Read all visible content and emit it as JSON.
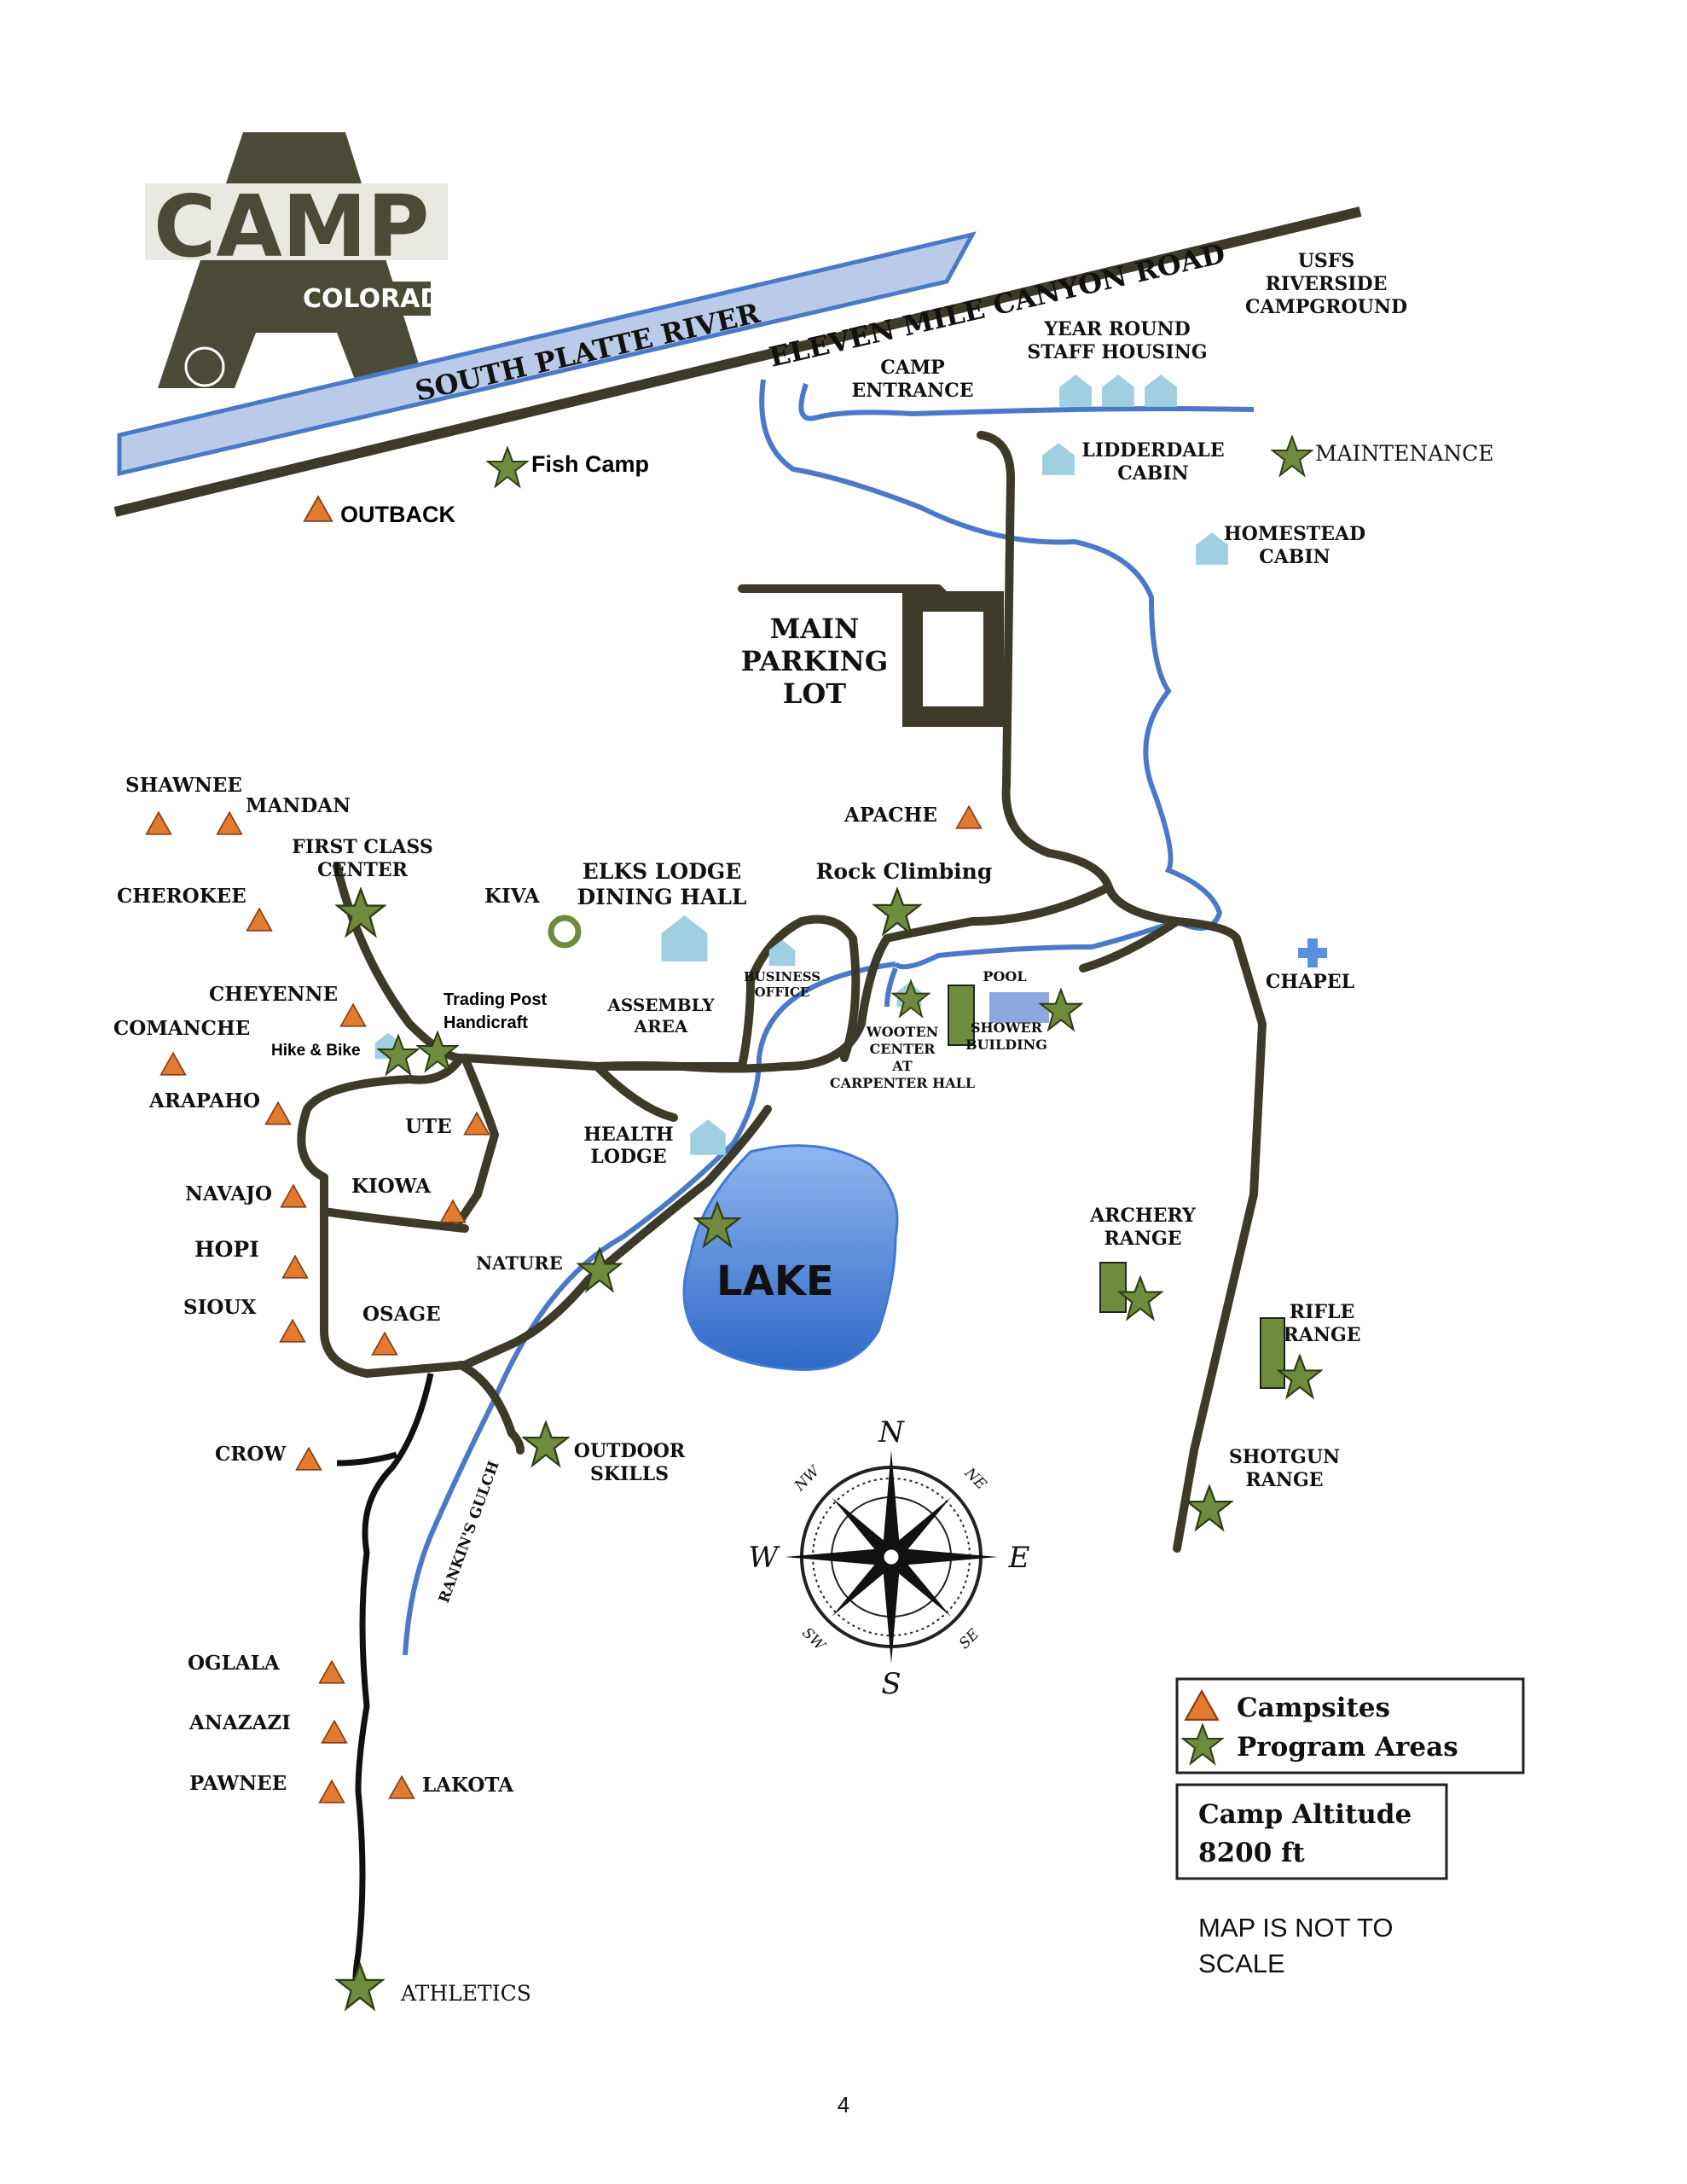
{
  "logo": {
    "word": "CAMP",
    "sub": "COLORADO",
    "letter": "A"
  },
  "roads": {
    "river": "SOUTH PLATTE RIVER",
    "canyon_road": "ELEVEN MILE CANYON ROAD",
    "gulch": "RANKIN'S GULCH"
  },
  "labels": {
    "usfs_1": "USFS",
    "usfs_2": "RIVERSIDE",
    "usfs_3": "CAMPGROUND",
    "yr_1": "YEAR ROUND",
    "yr_2": "STAFF HOUSING",
    "entr_1": "CAMP",
    "entr_2": "ENTRANCE",
    "lidd_1": "LIDDERDALE",
    "lidd_2": "CABIN",
    "maintenance": "MAINTENANCE",
    "home_1": "HOMESTEAD",
    "home_2": "CABIN",
    "fish_camp": "Fish Camp",
    "outback": "OUTBACK",
    "park_1": "MAIN",
    "park_2": "PARKING",
    "park_3": "LOT",
    "shawnee": "SHAWNEE",
    "mandan": "MANDAN",
    "fcc_1": "FIRST CLASS",
    "fcc_2": "CENTER",
    "cherokee": "CHEROKEE",
    "kiva": "KIVA",
    "elks_1": "ELKS LODGE",
    "elks_2": "DINING HALL",
    "apache": "APACHE",
    "rock": "Rock Climbing",
    "chapel": "CHAPEL",
    "cheyenne": "CHEYENNE",
    "comanche": "COMANCHE",
    "tp_1": "Trading Post",
    "tp_2": "Handicraft",
    "hike": "Hike & Bike",
    "asm_1": "ASSEMBLY",
    "asm_2": "AREA",
    "bo_1": "BUSINESS",
    "bo_2": "OFFICE",
    "pool": "POOL",
    "sh_1": "SHOWER",
    "sh_2": "BUILDING",
    "wc_1": "WOOTEN",
    "wc_2": "CENTER",
    "wc_3": "AT",
    "wc_4": "CARPENTER HALL",
    "arapaho": "ARAPAHO",
    "ute": "UTE",
    "hl_1": "HEALTH",
    "hl_2": "LODGE",
    "navajo": "NAVAJO",
    "kiowa": "KIOWA",
    "hopi": "HOPI",
    "nature": "NATURE",
    "lake": "LAKE",
    "arch_1": "ARCHERY",
    "arch_2": "RANGE",
    "rifle_1": "RIFLE",
    "rifle_2": "RANGE",
    "sioux": "SIOUX",
    "osage": "OSAGE",
    "crow": "CROW",
    "os_1": "OUTDOOR",
    "os_2": "SKILLS",
    "sg_1": "SHOTGUN",
    "sg_2": "RANGE",
    "oglala": "OGLALA",
    "anazazi": "ANAZAZI",
    "pawnee": "PAWNEE",
    "lakota": "LAKOTA",
    "athletics": "ATHLETICS"
  },
  "compass": {
    "n": "N",
    "s": "S",
    "e": "E",
    "w": "W",
    "ne": "NE",
    "nw": "NW",
    "se": "SE",
    "sw": "SW"
  },
  "legend": {
    "campsites": "Campsites",
    "program_areas": "Program Areas"
  },
  "altitude": {
    "line1": "Camp Altitude",
    "line2": "8200 ft"
  },
  "note": {
    "line1": "MAP IS NOT TO",
    "line2": "SCALE"
  },
  "page_number": "4",
  "colors": {
    "road": "#3d3a2a",
    "river": "#4a7ac7",
    "river_fill": "#b9cbe9",
    "campsite": "#e07b2f",
    "program": "#6f8b3d",
    "building": "#9fcfe0",
    "lake": "#3f78d6",
    "chapel": "#5b8fe0"
  },
  "icons": {
    "campsite": "triangle-icon",
    "program": "star-icon",
    "building": "house-icon"
  }
}
